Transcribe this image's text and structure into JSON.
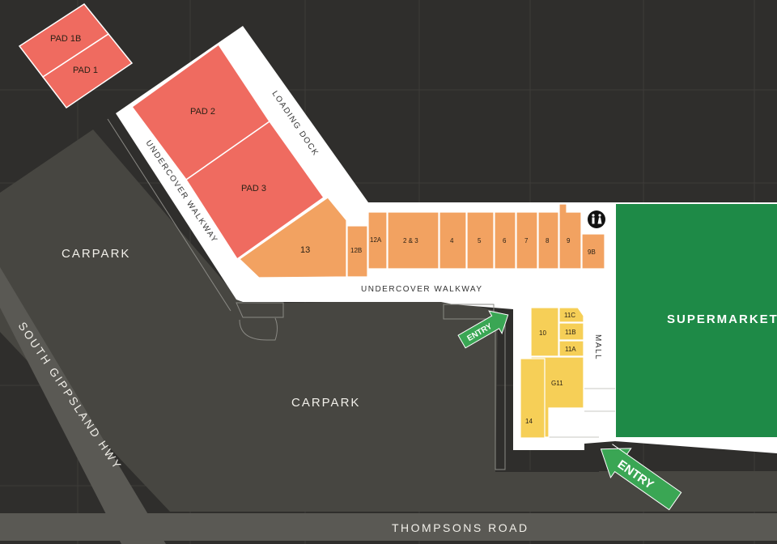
{
  "map": {
    "colors": {
      "background": "#2f2e2c",
      "carpark": "#474641",
      "road": "#5a5954",
      "walkway": "#ffffff",
      "pad": "#ef6b60",
      "shop": "#f2a261",
      "mall_shop": "#f6cf57",
      "supermarket": "#1e8a47",
      "entry": "#3aa654"
    },
    "pads": {
      "pad_1b": "PAD 1B",
      "pad_1": "PAD 1",
      "pad_2": "PAD 2",
      "pad_3": "PAD 3"
    },
    "shops": {
      "s13": "13",
      "s12b": "12B",
      "s12a": "12A",
      "s2_3": "2 & 3",
      "s4": "4",
      "s5": "5",
      "s6": "6",
      "s7": "7",
      "s8": "8",
      "s9": "9",
      "s9b": "9B",
      "s10": "10",
      "s11c": "11C",
      "s11b": "11B",
      "s11a": "11A",
      "g11": "G11",
      "s14": "14"
    },
    "labels": {
      "carpark_left": "CARPARK",
      "carpark_center": "CARPARK",
      "undercover_walkway_top": "UNDERCOVER WALKWAY",
      "undercover_walkway_side": "UNDERCOVER WALKWAY",
      "loading_dock": "LOADING DOCK",
      "mall": "MALL",
      "supermarket": "SUPERMARKET",
      "entry_1": "ENTRY",
      "entry_2": "ENTRY",
      "road_south_gippsland": "SOUTH GIPPSLAND HWY",
      "road_thompsons": "THOMPSONS ROAD"
    },
    "icons": {
      "restroom": "restroom-icon"
    }
  }
}
